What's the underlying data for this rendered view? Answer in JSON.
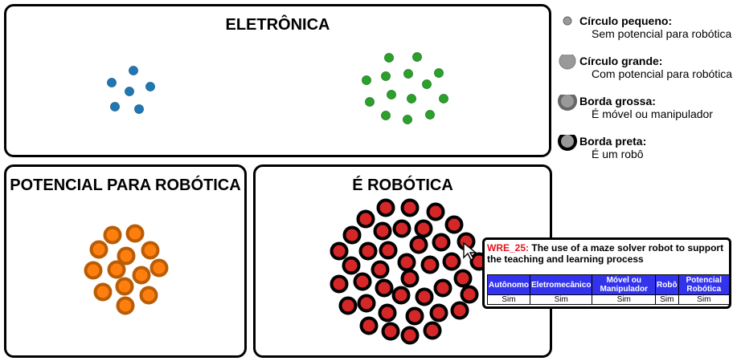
{
  "panels": {
    "eletronica": {
      "title": "ELETRÔNICA"
    },
    "potencial": {
      "title": "POTENCIAL PARA ROBÓTICA"
    },
    "robotica": {
      "title": "É ROBÓTICA"
    }
  },
  "legend": [
    {
      "title": "Círculo pequeno:",
      "desc": "Sem potencial para robótica"
    },
    {
      "title": "Círculo grande:",
      "desc": "Com potencial para robótica"
    },
    {
      "title": "Borda grossa:",
      "desc": "É móvel ou manipulador"
    },
    {
      "title": "Borda preta:",
      "desc": "É um robô"
    }
  ],
  "colors": {
    "blue": "#1f77b4",
    "green": "#2ca02c",
    "orange": "#ff7f0e",
    "orange_border": "#b85c05",
    "red": "#d62728",
    "legend_gray": "#999999",
    "legend_dark": "#666666"
  },
  "tooltip": {
    "id": "WRE_25:",
    "title": "The use of a maze solver robot to support the teaching and learning process",
    "headers": [
      "Autônomo",
      "Eletromecânico",
      "Móvel ou Manipulador",
      "Robô",
      "Potencial Robótica"
    ],
    "values": [
      "Sim",
      "Sim",
      "Sim",
      "Sim",
      "Sim"
    ]
  }
}
